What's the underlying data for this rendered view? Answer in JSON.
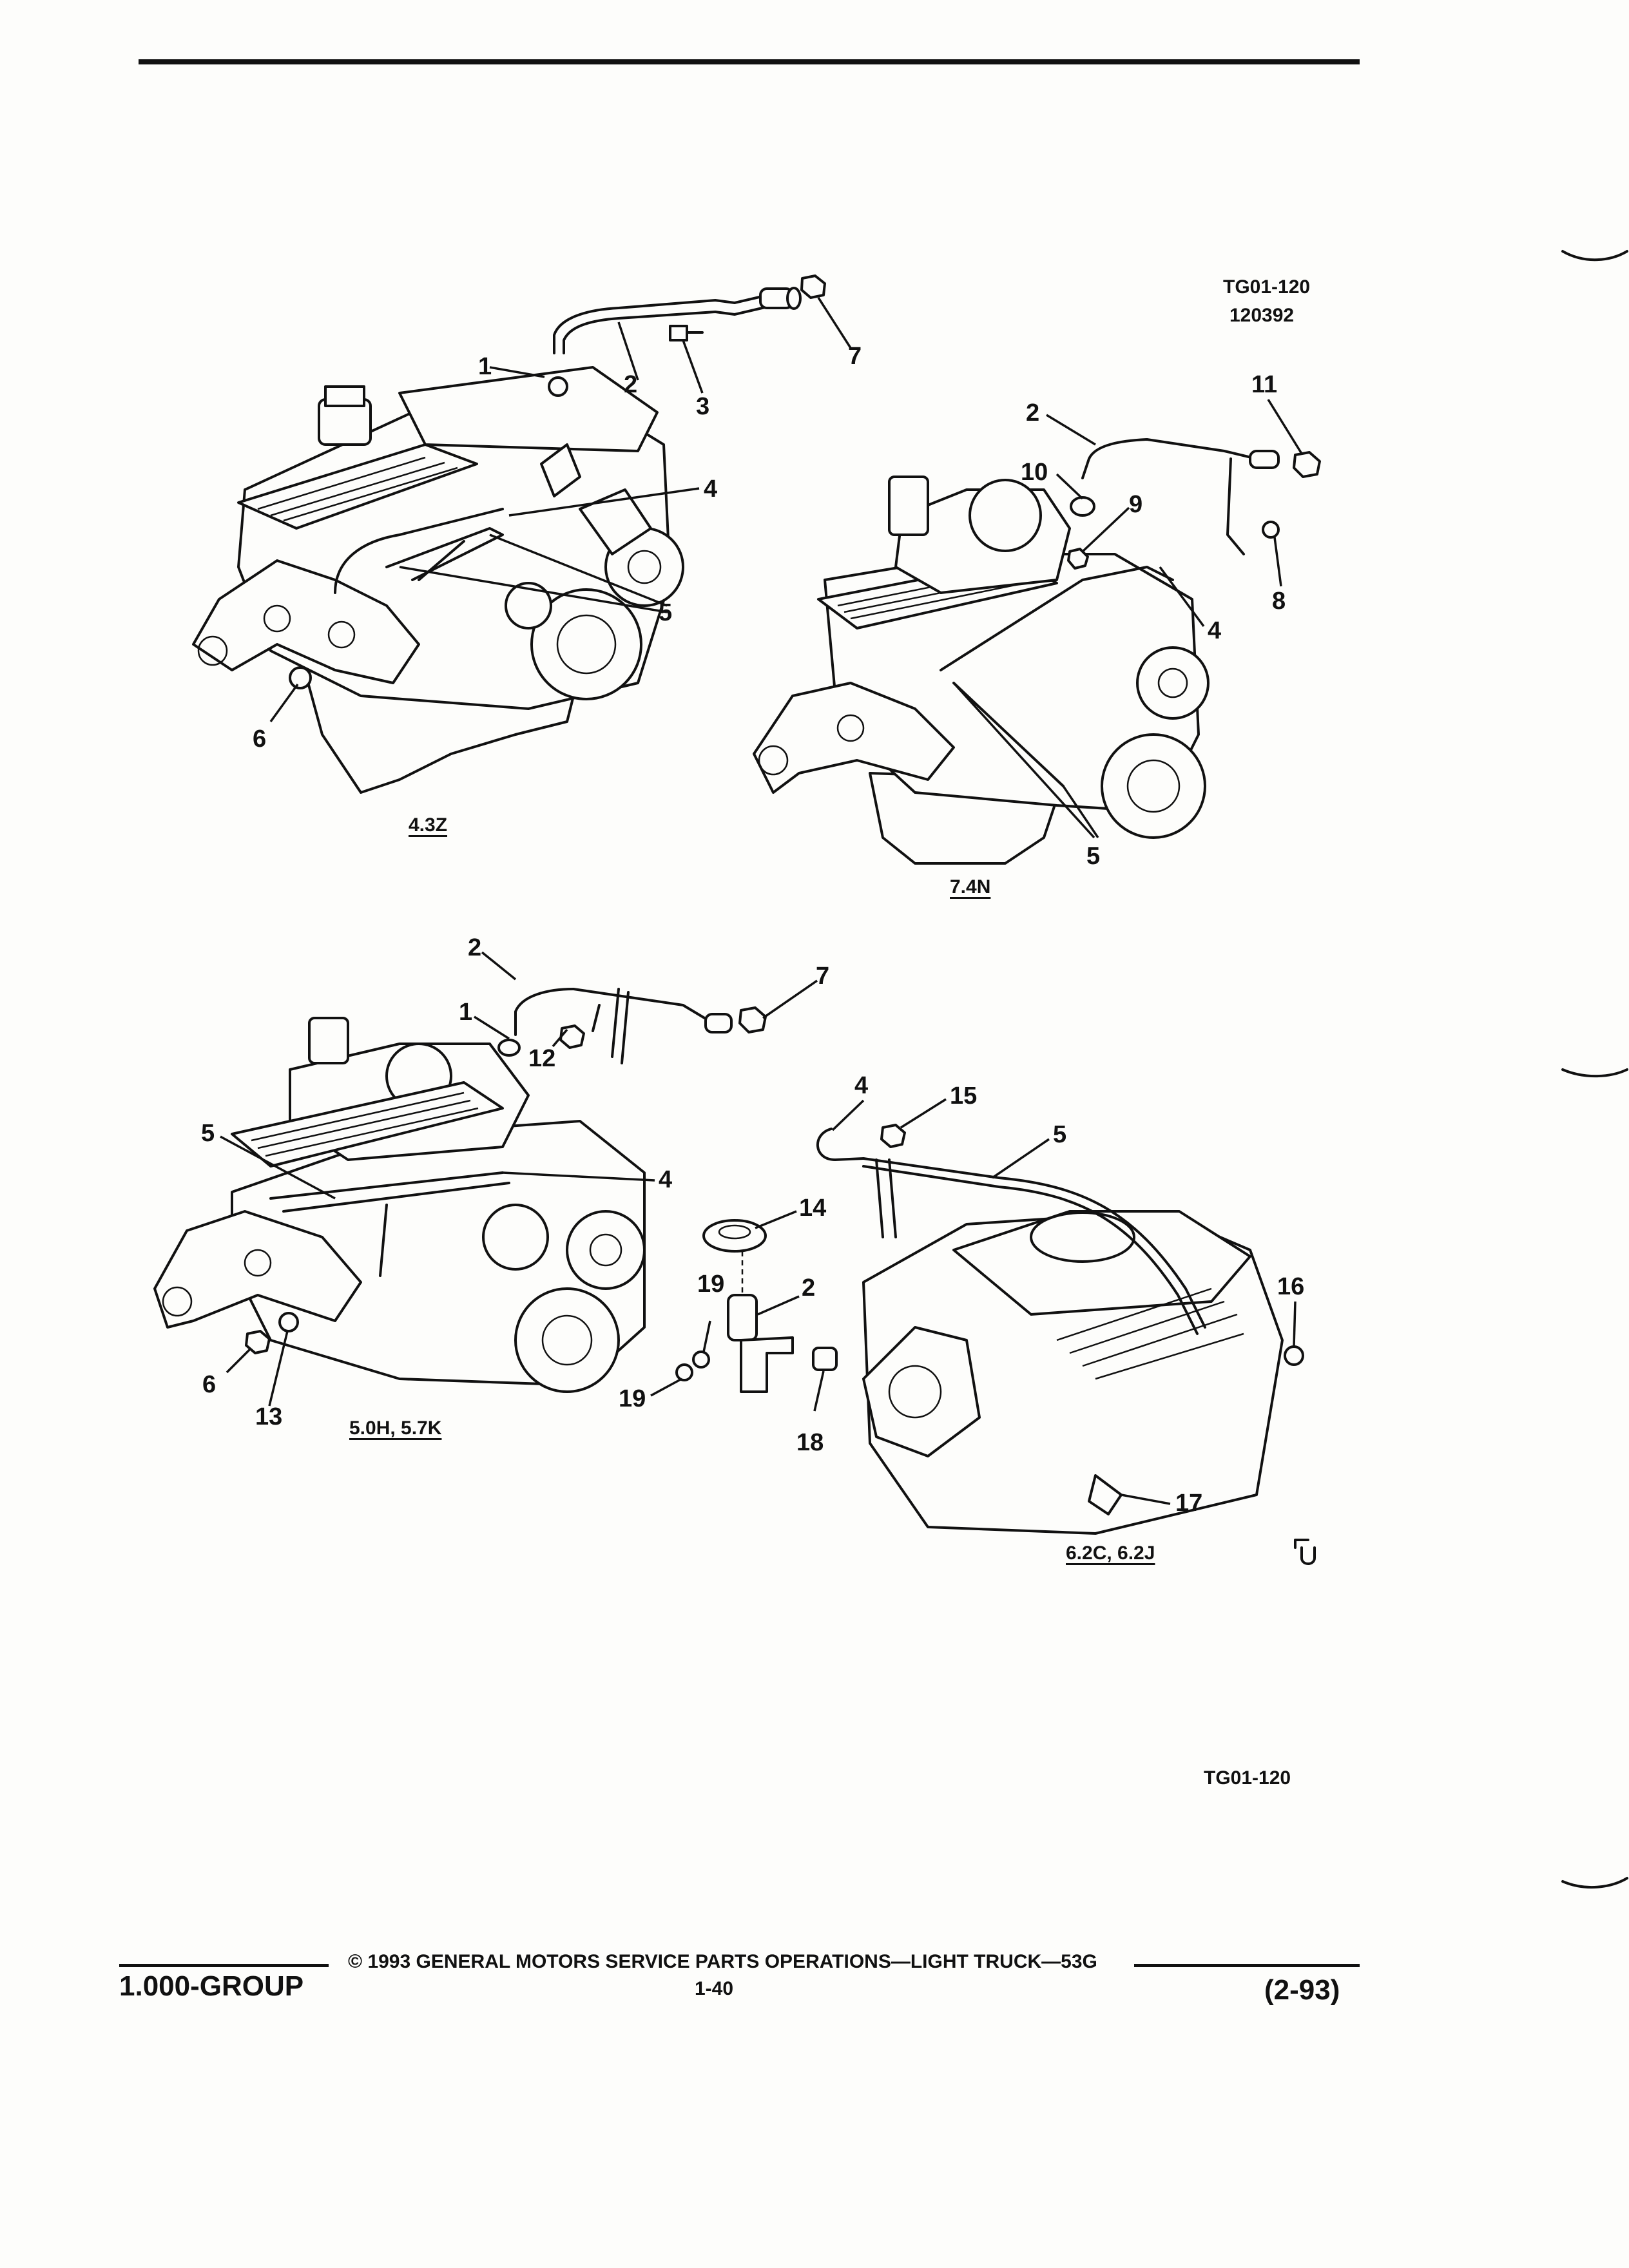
{
  "header": {
    "figure_code": "TG01-120",
    "figure_date": "120392"
  },
  "views": [
    {
      "caption": "4.3Z",
      "callouts": [
        "1",
        "2",
        "3",
        "7",
        "4",
        "5",
        "6"
      ]
    },
    {
      "caption": "7.4N",
      "callouts": [
        "2",
        "11",
        "10",
        "9",
        "8",
        "4",
        "5"
      ]
    },
    {
      "caption": "5.0H, 5.7K",
      "callouts": [
        "2",
        "7",
        "1",
        "12",
        "5",
        "4",
        "6",
        "13"
      ]
    },
    {
      "caption": "6.2C, 6.2J",
      "callouts": [
        "4",
        "15",
        "5",
        "14",
        "2",
        "19",
        "19",
        "18",
        "16",
        "17"
      ]
    }
  ],
  "figure_code_bottom": "TG01-120",
  "footer": {
    "copyright": "© 1993 GENERAL MOTORS SERVICE PARTS OPERATIONS—LIGHT TRUCK—53G",
    "group": "1.000-GROUP",
    "page": "1-40",
    "revision": "(2-93)"
  }
}
